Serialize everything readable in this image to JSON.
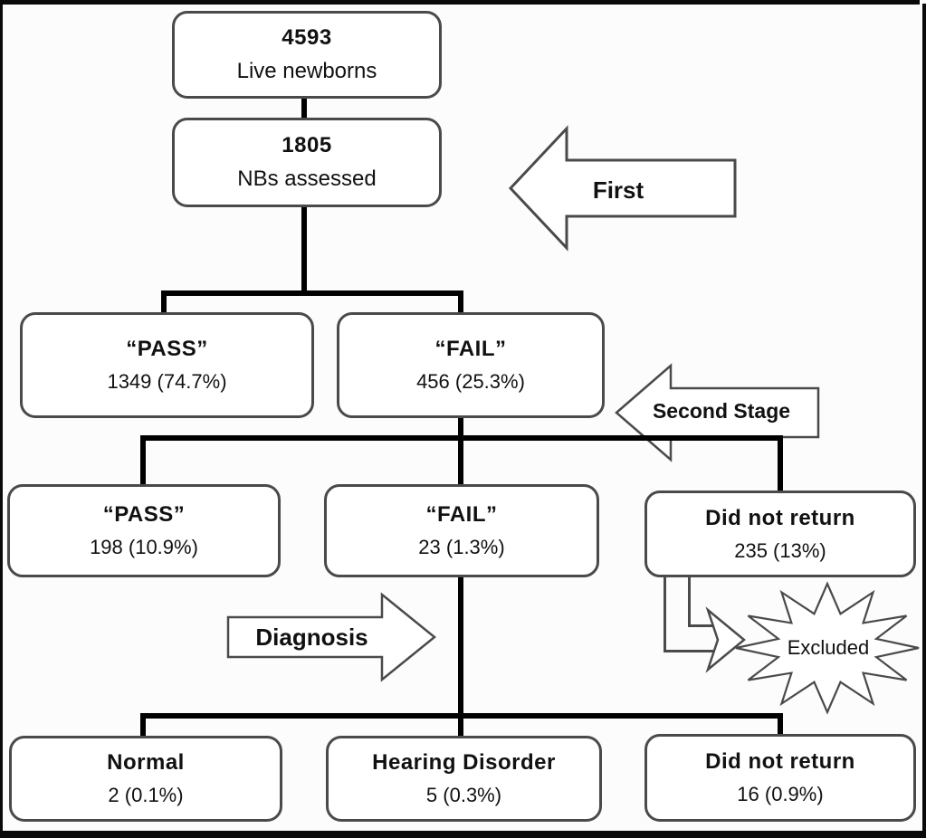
{
  "figure": {
    "background": "#fcfcfc",
    "frame_color": "#0a0a0a",
    "box_border_color": "#4a4a4a",
    "connector_color": "#000000"
  },
  "nodes": {
    "live_newborns": {
      "line1": "4593",
      "line2": "Live newborns"
    },
    "nbs_assessed": {
      "line1": "1805",
      "line2": "NBs assessed"
    },
    "pass_first": {
      "line1": "“PASS”",
      "line2": "1349 (74.7%)"
    },
    "fail_first": {
      "line1": "“FAIL”",
      "line2": "456 (25.3%)"
    },
    "pass_second": {
      "line1": "“PASS”",
      "line2": "198 (10.9%)"
    },
    "fail_second": {
      "line1": "“FAIL”",
      "line2": "23 (1.3%)"
    },
    "did_not_return_2": {
      "line1": "Did not return",
      "line2": "235 (13%)"
    },
    "normal": {
      "line1": "Normal",
      "line2": "2 (0.1%)"
    },
    "hearing_disorder": {
      "line1": "Hearing Disorder",
      "line2": "5 (0.3%)"
    },
    "did_not_return_3": {
      "line1": "Did not return",
      "line2": "16 (0.9%)"
    }
  },
  "stage_labels": {
    "first": "First",
    "second_stage": "Second Stage",
    "diagnosis": "Diagnosis",
    "excluded": "Excluded"
  }
}
